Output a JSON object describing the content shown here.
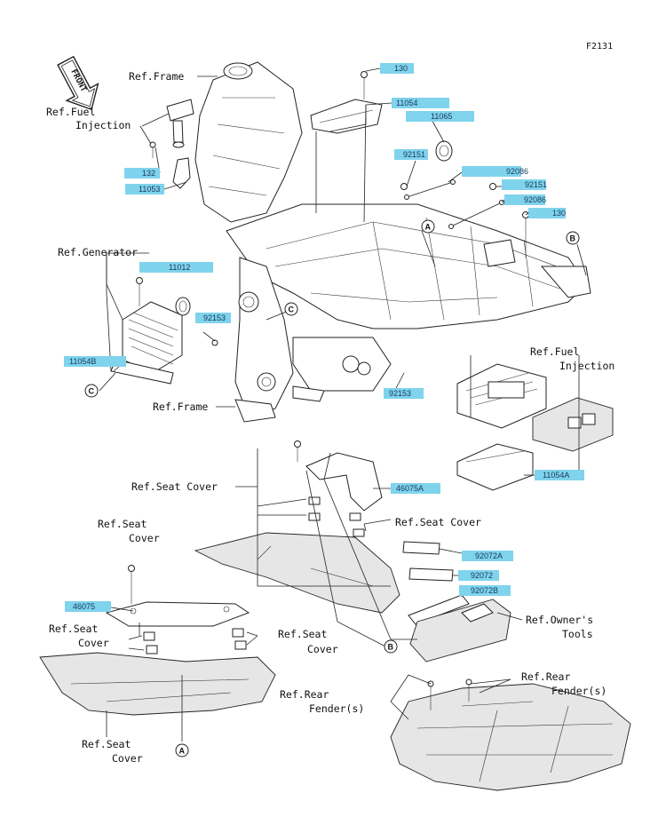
{
  "figure_code": "F2131",
  "front_label": "FRONT",
  "refs": {
    "frame_top": "Ref.Frame",
    "fuel_injection_left_1": "Ref.Fuel",
    "fuel_injection_left_2": "Injection",
    "generator": "Ref.Generator",
    "frame_bottom": "Ref.Frame",
    "fuel_injection_right_1": "Ref.Fuel",
    "fuel_injection_right_2": "Injection",
    "seat_cover_1": "Ref.Seat Cover",
    "seat_cover_2": "Ref.Seat Cover",
    "seat_cover_3_a": "Ref.Seat",
    "seat_cover_3_b": "Cover",
    "seat_cover_4_a": "Ref.Seat",
    "seat_cover_4_b": "Cover",
    "seat_cover_5_a": "Ref.Seat",
    "seat_cover_5_b": "Cover",
    "seat_cover_6_a": "Ref.Seat",
    "seat_cover_6_b": "Cover",
    "owners_tools_1": "Ref.Owner's",
    "owners_tools_2": "Tools",
    "rear_fender_left_1": "Ref.Rear",
    "rear_fender_left_2": "Fender(s)",
    "rear_fender_right_1": "Ref.Rear",
    "rear_fender_right_2": "Fender(s)"
  },
  "parts": {
    "p130_top": "130",
    "p11054": "11054",
    "p11065": "11065",
    "p92151_a": "92151",
    "p92086_a": "92086",
    "p92151_b": "92151",
    "p92086_b": "92086",
    "p130_b": "130",
    "p132": "132",
    "p11053": "11053",
    "p11012": "11012",
    "p92153_a": "92153",
    "p11054B": "11054B",
    "p92153_b": "92153",
    "p11054A": "11054A",
    "p46075A": "46075A",
    "p92072A": "92072A",
    "p92072": "92072",
    "p92072B": "92072B",
    "p46075": "46075"
  },
  "callouts": {
    "a1": "A",
    "b1": "B",
    "c1": "C",
    "c2": "C",
    "b2": "B",
    "a2": "A"
  }
}
